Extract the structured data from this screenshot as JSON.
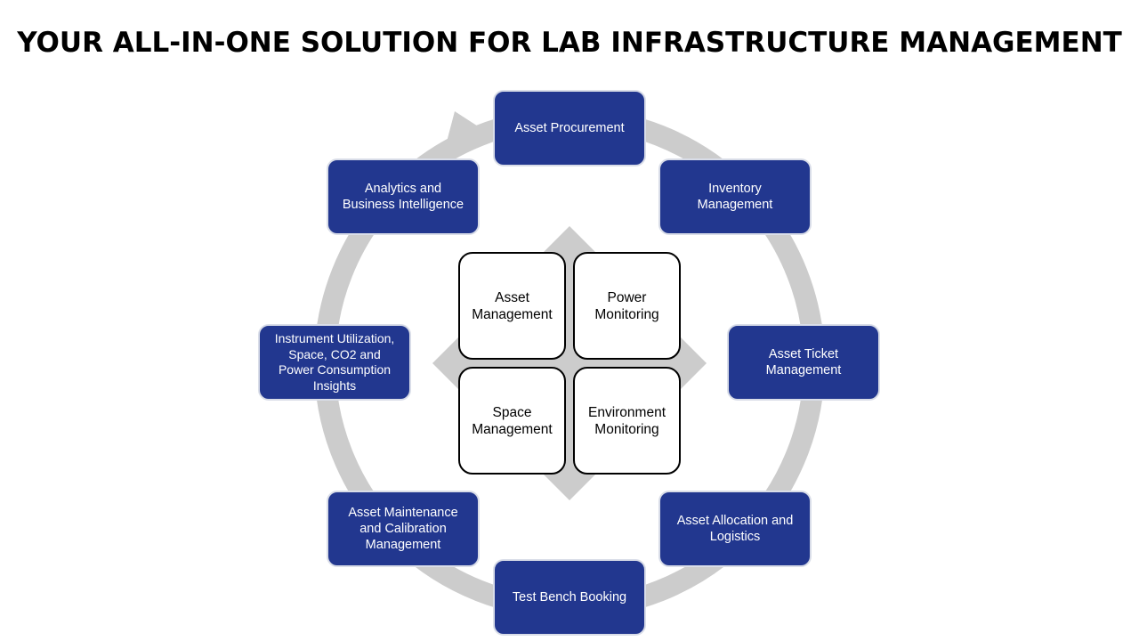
{
  "title": "YOUR ALL-IN-ONE SOLUTION FOR LAB INFRASTRUCTURE MANAGEMENT",
  "colors": {
    "step_fill": "#22378f",
    "step_border": "#d9dde8",
    "ring": "#cccccc",
    "core_border": "#000000"
  },
  "cycle_steps": [
    {
      "label": "Asset Procurement"
    },
    {
      "label": "Inventory\nManagement"
    },
    {
      "label": "Asset Ticket\nManagement"
    },
    {
      "label": "Asset Allocation and\nLogistics"
    },
    {
      "label": "Test Bench Booking"
    },
    {
      "label": "Asset Maintenance\nand Calibration\nManagement"
    },
    {
      "label": "Instrument Utilization,\nSpace, CO2 and\nPower Consumption\nInsights"
    },
    {
      "label": "Analytics and\nBusiness Intelligence"
    }
  ],
  "core_modules": [
    {
      "label": "Asset\nManagement"
    },
    {
      "label": "Power\nMonitoring"
    },
    {
      "label": "Space\nManagement"
    },
    {
      "label": "Environment\nMonitoring"
    }
  ]
}
